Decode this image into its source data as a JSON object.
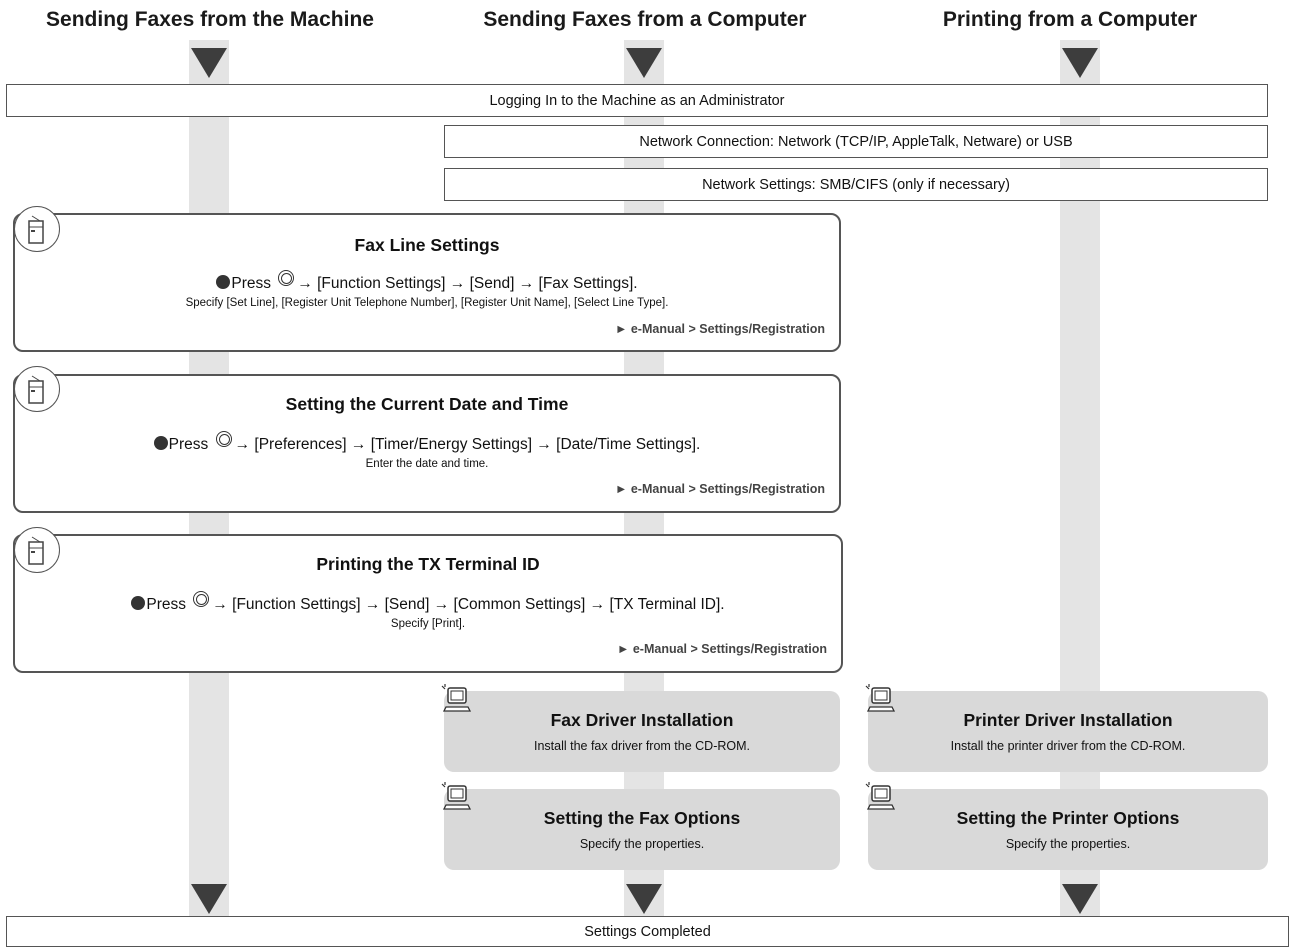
{
  "columns": [
    "Sending Faxes from the Machine",
    "Sending Faxes from a Computer",
    "Printing from a Computer"
  ],
  "bars": {
    "login": "Logging In to the Machine as an Administrator",
    "network_connection": "Network Connection: Network (TCP/IP, AppleTalk, Netware) or USB",
    "network_settings": "Network Settings: SMB/CIFS (only if necessary)",
    "completed": "Settings Completed"
  },
  "machine_steps": [
    {
      "title": "Fax Line Settings",
      "press": "Press",
      "path": "→ [Function Settings] → [Send] → [Fax Settings].",
      "detail": "Specify [Set Line], [Register Unit Telephone Number], [Register Unit Name], [Select Line Type].",
      "ref": "► e-Manual > Settings/Registration"
    },
    {
      "title": "Setting the Current Date and Time",
      "press": "Press",
      "path": "→ [Preferences] → [Timer/Energy Settings] → [Date/Time Settings].",
      "detail": "Enter the date and time.",
      "ref": "► e-Manual > Settings/Registration"
    },
    {
      "title": "Printing the TX Terminal ID",
      "press": "Press",
      "path": "→ [Function Settings] → [Send] → [Common Settings] → [TX Terminal ID].",
      "detail": "Specify [Print].",
      "ref": "► e-Manual > Settings/Registration"
    }
  ],
  "computer_steps": {
    "fax_driver": {
      "title": "Fax Driver Installation",
      "desc": "Install the fax driver from the CD-ROM."
    },
    "printer_driver": {
      "title": "Printer Driver Installation",
      "desc": "Install the printer driver from the CD-ROM."
    },
    "fax_options": {
      "title": "Setting the Fax Options",
      "desc": "Specify the properties."
    },
    "printer_options": {
      "title": "Setting the Printer Options",
      "desc": "Specify the properties."
    }
  },
  "colors": {
    "lane": "#e4e4e4",
    "arrow": "#3d3d3d",
    "computer_box": "#d9d9d9",
    "border": "#555555"
  },
  "icons": [
    "down-triangle-icon",
    "machine-icon",
    "computer-icon",
    "menu-button-icon",
    "bullet-icon"
  ]
}
